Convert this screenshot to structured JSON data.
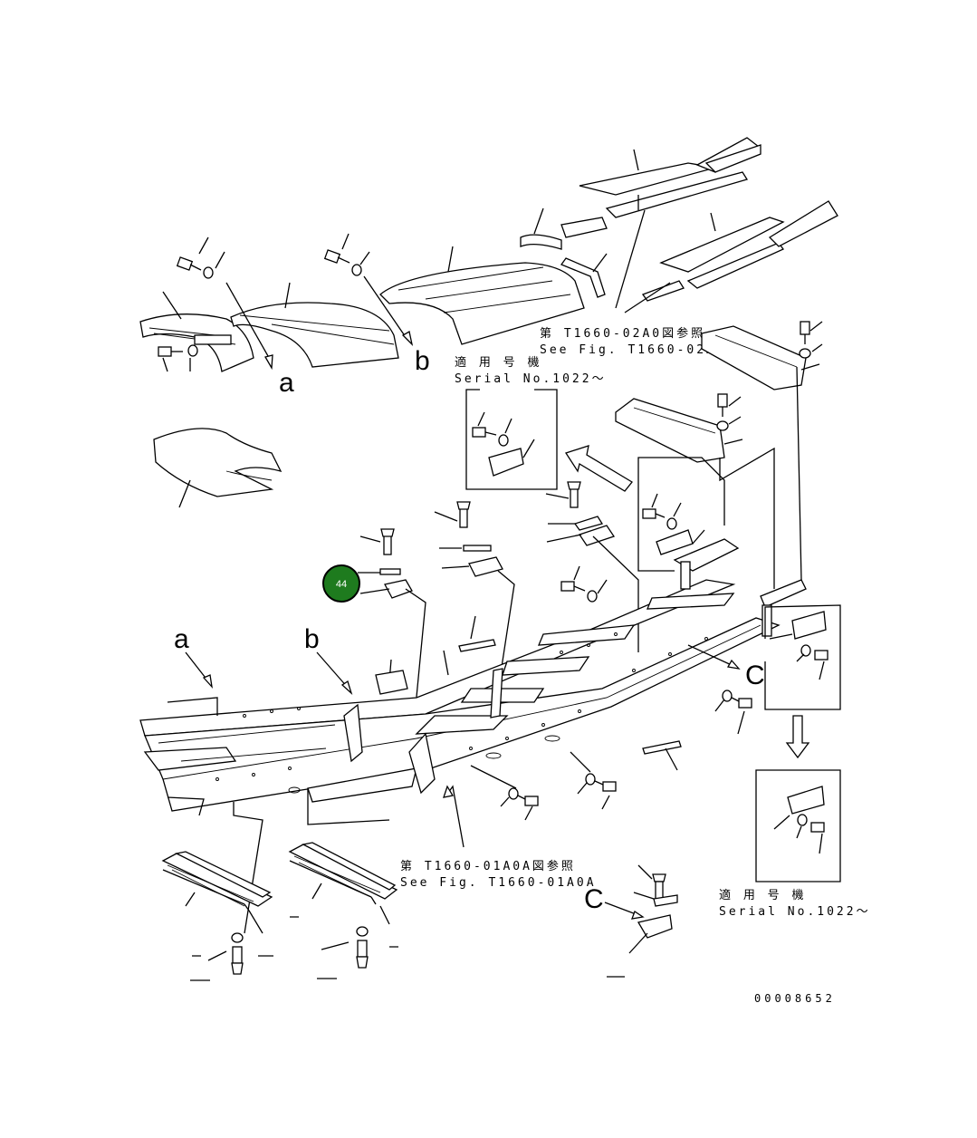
{
  "diagram": {
    "refs": {
      "fig_top_jp": "第 T1660-02A0図参照",
      "fig_top_en": "See Fig. T1660-02A0",
      "fig_bottom_jp": "第 T1660-01A0A図参照",
      "fig_bottom_en": "See Fig. T1660-01A0A"
    },
    "serial": {
      "jp": "適 用 号 機",
      "en": "Serial No.1022～"
    },
    "view_letters": {
      "a": "a",
      "b": "b",
      "c": "C"
    },
    "callout": {
      "number": "44",
      "color": "#1e7b1e"
    },
    "drawing_code": "00008652"
  }
}
